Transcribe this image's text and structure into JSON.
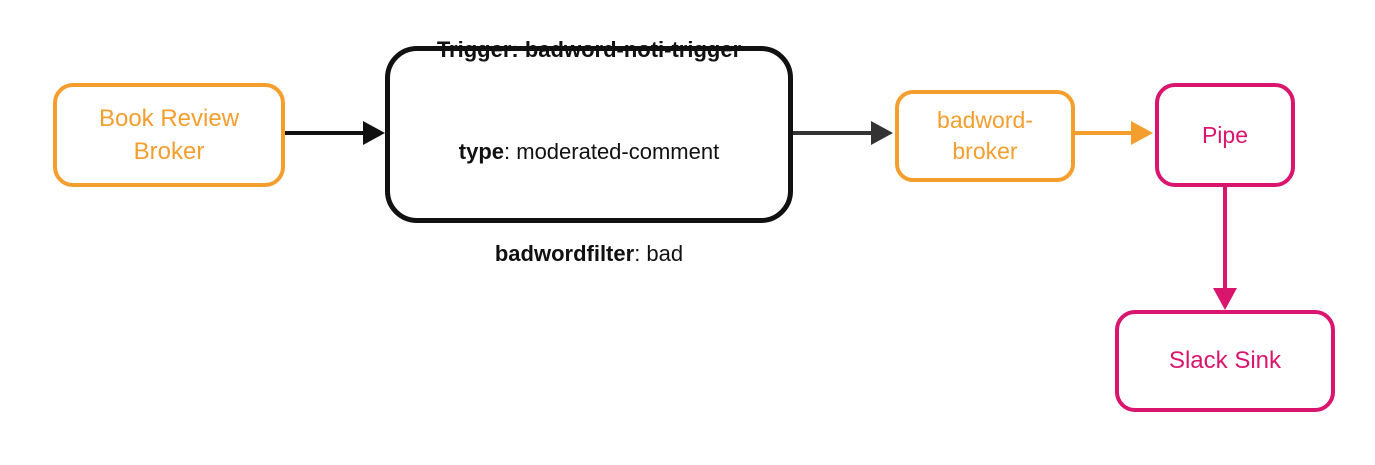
{
  "diagram": {
    "colors": {
      "orange": "#F49E2E",
      "pink": "#D9156E",
      "ink": "#111111",
      "arrow_gray": "#333333"
    },
    "nodes": {
      "book_review_broker": {
        "label": "Book Review\nBroker"
      },
      "trigger_filter": {
        "line1": "Trigger: badword-noti-trigger",
        "line2_key": "type",
        "line2_value": ": moderated-comment",
        "line3_key": "badwordfilter",
        "line3_value": ": bad"
      },
      "badword_broker": {
        "label": "badword-\nbroker"
      },
      "pipe": {
        "label": "Pipe"
      },
      "slack_sink": {
        "label": "Slack Sink"
      }
    }
  }
}
